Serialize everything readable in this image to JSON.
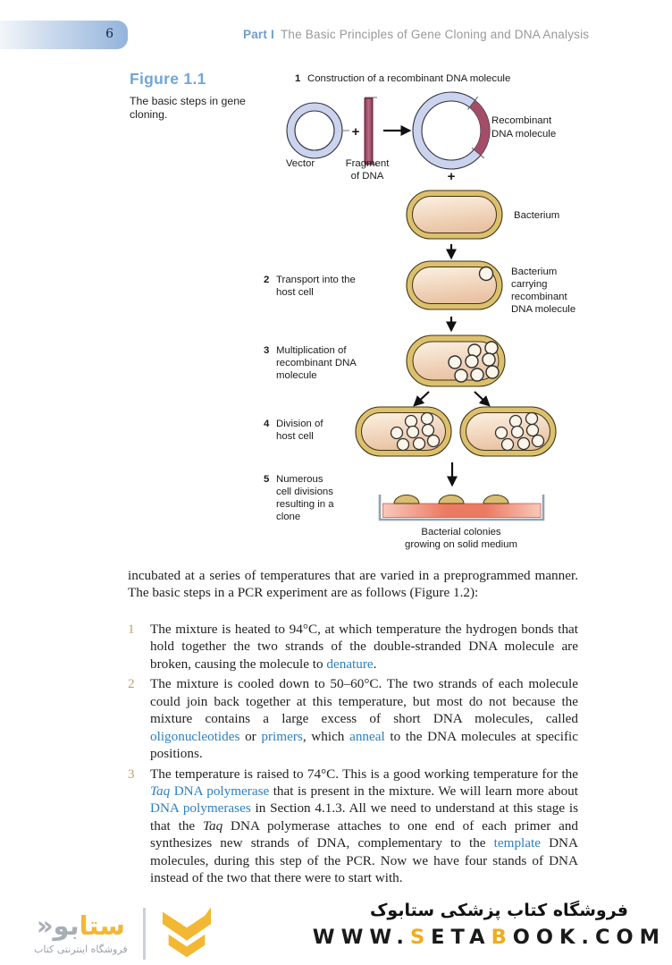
{
  "page": {
    "number": "6",
    "part_label": "Part I",
    "part_title": "The Basic Principles of Gene Cloning and DNA Analysis"
  },
  "figure": {
    "label": "Figure 1.1",
    "caption": "The basic steps in gene cloning.",
    "plus_sign": "+",
    "step1": {
      "num": "1",
      "text": "Construction of a recombinant DNA molecule"
    },
    "vector_label": "Vector",
    "fragment_label": {
      "lines": [
        "Fragment",
        "of DNA"
      ]
    },
    "recombinant_label": {
      "lines": [
        "Recombinant",
        "DNA molecule"
      ]
    },
    "bacterium_label": "Bacterium",
    "step2": {
      "num": "2",
      "lines": [
        "Transport into the",
        "host cell"
      ]
    },
    "carrying_label": {
      "lines": [
        "Bacterium",
        "carrying",
        "recombinant",
        "DNA molecule"
      ]
    },
    "step3": {
      "num": "3",
      "lines": [
        "Multiplication of",
        "recombinant DNA",
        "molecule"
      ]
    },
    "step4": {
      "num": "4",
      "lines": [
        "Division of",
        "host cell"
      ]
    },
    "step5": {
      "num": "5",
      "lines": [
        "Numerous",
        "cell divisions",
        "resulting in a",
        "clone"
      ]
    },
    "colonies_label": {
      "lines": [
        "Bacterial colonies",
        "growing on solid medium"
      ]
    }
  },
  "body": {
    "intro": "incubated at a series of temperatures that are varied in a preprogrammed manner. The basic steps in a PCR experiment are as follows (Figure 1.2):",
    "list": [
      {
        "num": "1",
        "segments": [
          {
            "style": "plain",
            "text": "The mixture is heated to 94°C, at which temperature the hydrogen bonds that hold together the two strands of the double-stranded DNA molecule are broken, causing the molecule to "
          },
          {
            "style": "link",
            "text": "denature"
          },
          {
            "style": "plain",
            "text": "."
          }
        ]
      },
      {
        "num": "2",
        "segments": [
          {
            "style": "plain",
            "text": "The mixture is cooled down to 50–60°C. The two strands of each molecule could join back together at this temperature, but most do not because the mixture contains a large excess of short DNA molecules, called "
          },
          {
            "style": "link",
            "text": "oligonucleotides"
          },
          {
            "style": "plain",
            "text": " or "
          },
          {
            "style": "link",
            "text": "primers"
          },
          {
            "style": "plain",
            "text": ", which "
          },
          {
            "style": "link",
            "text": "anneal"
          },
          {
            "style": "plain",
            "text": " to the DNA molecules at specific positions."
          }
        ]
      },
      {
        "num": "3",
        "segments": [
          {
            "style": "plain",
            "text": "The temperature is raised to 74°C. This is a good working temperature for the "
          },
          {
            "style": "link-italic",
            "text": "Taq"
          },
          {
            "style": "link",
            "text": " DNA polymerase"
          },
          {
            "style": "plain",
            "text": " that is present in the mixture. We will learn more about "
          },
          {
            "style": "link",
            "text": "DNA polymerases"
          },
          {
            "style": "plain",
            "text": " in Section 4.1.3. All we need to understand at this stage is that the "
          },
          {
            "style": "italic",
            "text": "Taq"
          },
          {
            "style": "plain",
            "text": " DNA polymerase attaches to one end of each primer and synthesizes new strands of DNA, complementary to the "
          },
          {
            "style": "link",
            "text": "template"
          },
          {
            "style": "plain",
            "text": " DNA molecules, during this step of the PCR. Now we have four stands of DNA instead of the two that there were to start with."
          }
        ]
      }
    ]
  },
  "footer": {
    "store_name_fa": "فروشگاه کتاب پزشکی ستابوک",
    "url_segments": [
      {
        "text": "WWW.",
        "color": "dark"
      },
      {
        "text": "S",
        "color": "gold"
      },
      {
        "text": "ETA",
        "color": "dark"
      },
      {
        "text": "B",
        "color": "gold"
      },
      {
        "text": "OOK.COM",
        "color": "dark"
      }
    ],
    "logo": {
      "wordmark_yellow": "ستا",
      "wordmark_gray": "بو«",
      "tagline_fa": "فروشگاه اینترنتی کتاب"
    }
  },
  "colors": {
    "header_blue": "#6d9dcb",
    "figure_blue": "#71a5d7",
    "link_blue": "#2b7fc2",
    "list_number_tan": "#c2a067",
    "vector_lavender": "#ccd3ec",
    "fragment_maroon": "#9c3a55",
    "capsule_gold": "#dcc06e",
    "logo_gold": "#f2b733"
  }
}
